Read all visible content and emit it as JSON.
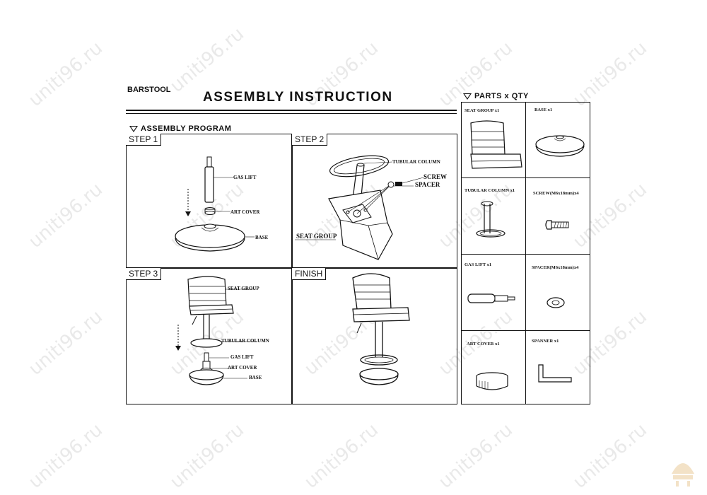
{
  "header": {
    "brand": "BARSTOOL",
    "title": "ASSEMBLY INSTRUCTION"
  },
  "program": {
    "title": "ASSEMBLY PROGRAM",
    "steps": [
      {
        "label": "STEP 1",
        "callouts": [
          "GAS LIFT",
          "ART COVER",
          "BASE"
        ]
      },
      {
        "label": "STEP 2",
        "callouts": [
          "TUBULAR COLUMN",
          "SCREW",
          "SPACER",
          "SEAT GROUP"
        ]
      },
      {
        "label": "STEP 3",
        "callouts": [
          "SEAT GROUP",
          "TUBULAR COLUMN",
          "GAS LIFT",
          "ART COVER",
          "BASE"
        ]
      },
      {
        "label": "FINISH",
        "callouts": []
      }
    ]
  },
  "parts": {
    "title": "PARTS x QTY",
    "items": [
      {
        "label": "SEAT GROUP x1",
        "icon": "seat-icon"
      },
      {
        "label": "BASE  x1",
        "icon": "base-icon"
      },
      {
        "label": "TUBULAR COLUMN x1",
        "icon": "column-icon"
      },
      {
        "label": "SCREW(M6x18mm)x4",
        "icon": "screw-icon"
      },
      {
        "label": "GAS LIFT x1",
        "icon": "gas-lift-icon"
      },
      {
        "label": "SPACER(M6x18mm)x4",
        "icon": "spacer-icon"
      },
      {
        "label": "ART COVER x1",
        "icon": "art-cover-icon"
      },
      {
        "label": "SPANNER  x1",
        "icon": "spanner-icon"
      }
    ]
  },
  "watermark": "uniti96.ru"
}
